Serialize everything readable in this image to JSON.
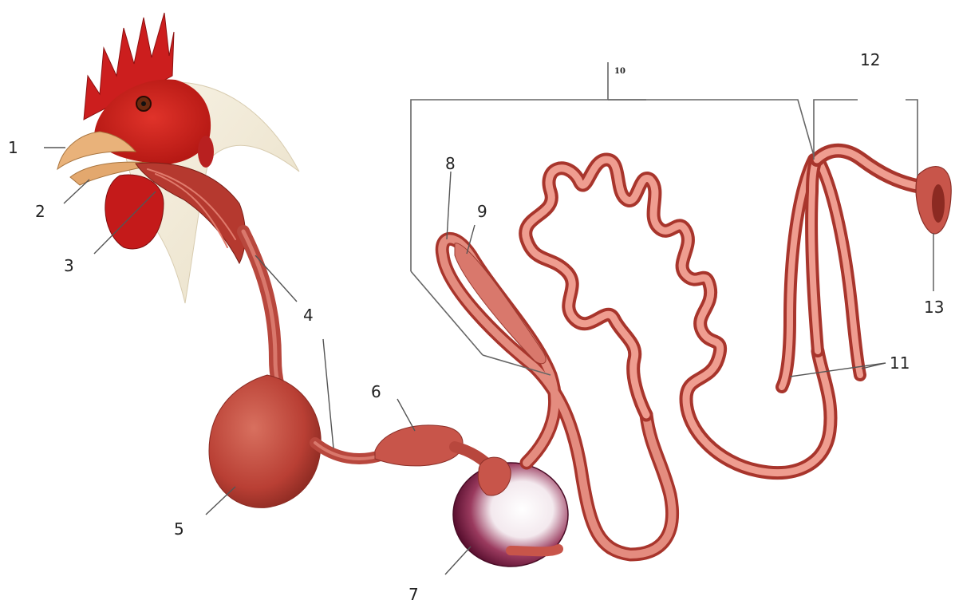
{
  "labels": {
    "l1": "1",
    "l2": "2",
    "l3": "3",
    "l4": "4",
    "l5": "5",
    "l6": "6",
    "l7": "7",
    "l8": "8",
    "l9": "9",
    "l10": "10",
    "l11": "11",
    "l12": "12",
    "l13": "13"
  },
  "colors": {
    "comb": "#cc1e1e",
    "wattle": "#c41a1a",
    "beak": "#e9b27a",
    "tissue": "#c8554a",
    "tissue_light": "#e8948a",
    "tissue_dark": "#9c2f28",
    "gizzard_dark": "#5a1030",
    "feather": "#f4efe0",
    "leader": "#555555"
  }
}
